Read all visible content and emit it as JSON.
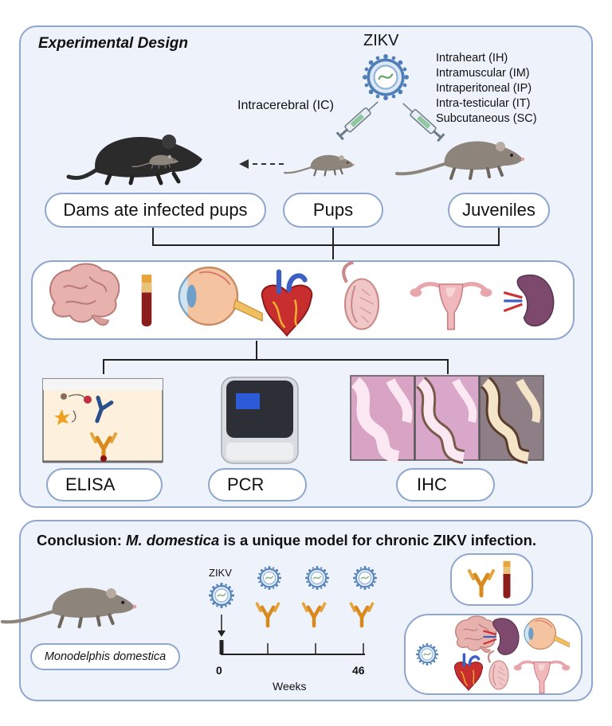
{
  "design": {
    "title": "Experimental Design",
    "virus_label": "ZIKV",
    "route_ic": "Intracerebral (IC)",
    "routes_right": [
      "Intraheart (IH)",
      "Intramuscular (IM)",
      "Intraperitoneal (IP)",
      "Intra-testicular (IT)",
      "Subcutaneous (SC)"
    ],
    "groups": {
      "dams": "Dams ate infected pups",
      "pups": "Pups",
      "juveniles": "Juveniles"
    },
    "assays": {
      "elisa": "ELISA",
      "pcr": "PCR",
      "ihc": "IHC"
    }
  },
  "conclusion": {
    "prefix": "Conclusion: ",
    "species_italic": "M. domestica",
    "suffix": " is a unique model for chronic ZIKV infection.",
    "species_label": "Monodelphis domestica",
    "timeline": {
      "zikv_label": "ZIKV",
      "start": "0",
      "end": "46",
      "axis_label": "Weeks"
    }
  },
  "colors": {
    "panel_fill": "#eef2fa",
    "panel_border": "#8fa6cf",
    "virus": "#5a86b8",
    "antibody": "#d98a1e",
    "opossum": "#8a7f76",
    "organ_pink": "#e8b0b8"
  }
}
